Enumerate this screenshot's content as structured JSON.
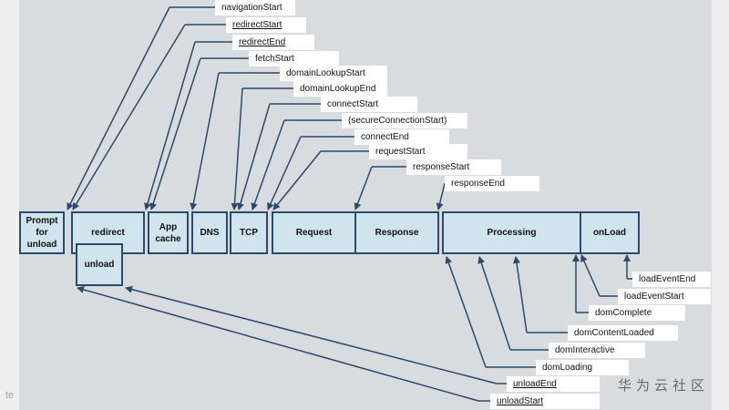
{
  "phases": {
    "prompt_for_unload": "Prompt\nfor\nunload",
    "redirect": "redirect",
    "unload": "unload",
    "app_cache": "App\ncache",
    "dns": "DNS",
    "tcp": "TCP",
    "request": "Request",
    "response": "Response",
    "processing": "Processing",
    "onload": "onLoad"
  },
  "events": {
    "navigationStart": "navigationStart",
    "redirectStart": "redirectStart",
    "redirectEnd": "redirectEnd",
    "fetchStart": "fetchStart",
    "domainLookupStart": "domainLookupStart",
    "domainLookupEnd": "domainLookupEnd",
    "connectStart": "connectStart",
    "secureConnectionStart": "(secureConnectionStart)",
    "connectEnd": "connectEnd",
    "requestStart": "requestStart",
    "responseStart": "responseStart",
    "responseEnd": "responseEnd",
    "loadEventEnd": "loadEventEnd",
    "loadEventStart": "loadEventStart",
    "domComplete": "domComplete",
    "domContentLoaded": "domContentLoaded",
    "domInteractive": "domInteractive",
    "domLoading": "domLoading",
    "unloadEnd": "unloadEnd",
    "unloadStart": "unloadStart"
  },
  "watermark": "华为云社区",
  "corner_text": "te",
  "colors": {
    "background": "#d9dcdf",
    "box_fill": "#cfe4ec",
    "box_border": "#2c4a6e",
    "arrow": "#2c4a6e",
    "label_bg": "#ffffff"
  }
}
